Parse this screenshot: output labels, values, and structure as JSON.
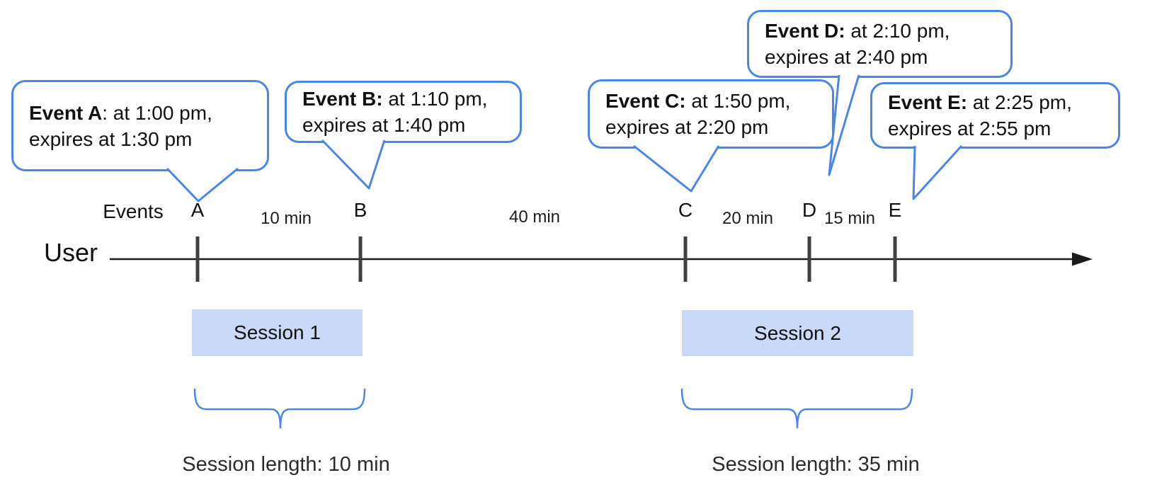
{
  "colors": {
    "bubble_border": "#4a86e8",
    "brace": "#4a86e8",
    "session_fill": "#c9daf8",
    "timeline_line": "#1a1a1a",
    "tick_mark": "#3f3f3f"
  },
  "actor": {
    "label": "User"
  },
  "events_axis_label": "Events",
  "bubbles": [
    {
      "bold": "Event A",
      "rest": ": at 1:00 pm,",
      "line2": "expires at 1:30 pm"
    },
    {
      "bold": "Event B:",
      "rest": " at 1:10 pm,",
      "line2": "expires at 1:40 pm"
    },
    {
      "bold": "Event C:",
      "rest": " at 1:50 pm,",
      "line2": "expires at 2:20 pm"
    },
    {
      "bold": "Event D:",
      "rest": " at 2:10 pm,",
      "line2": "expires at 2:40 pm"
    },
    {
      "bold": "Event E:",
      "rest": " at 2:25 pm,",
      "line2": "expires at 2:55 pm"
    }
  ],
  "event_marks": [
    "A",
    "B",
    "C",
    "D",
    "E"
  ],
  "intervals": [
    "10 min",
    "40 min",
    "20 min",
    "15 min"
  ],
  "sessions": [
    {
      "label": "Session 1",
      "length": "Session length: 10 min"
    },
    {
      "label": "Session 2",
      "length": "Session length: 35 min"
    }
  ]
}
